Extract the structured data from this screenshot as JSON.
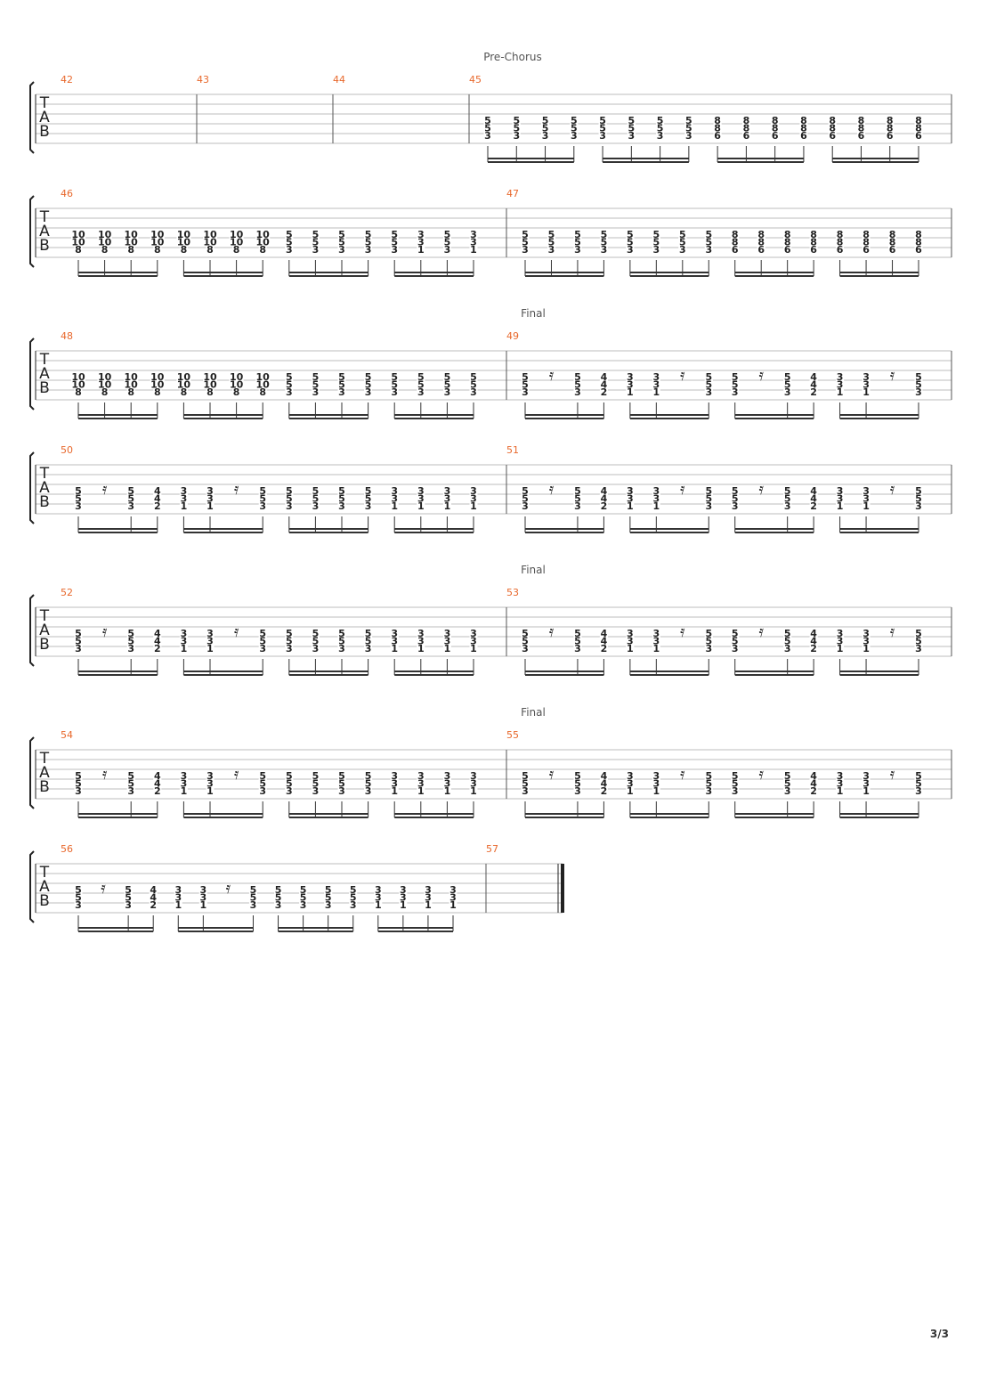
{
  "page": {
    "page_number": "3/3"
  },
  "tab_letters": [
    "T",
    "A",
    "B"
  ],
  "section_labels": [
    "Pre-Chorus",
    "Final",
    "Final",
    "Final"
  ],
  "measure_numbers": [
    "42",
    "43",
    "44",
    "45",
    "46",
    "47",
    "48",
    "49",
    "50",
    "51",
    "52",
    "53",
    "54",
    "55",
    "56",
    "57"
  ],
  "rest_symbol": "𝄿",
  "patterns": {
    "pre45": [
      [
        "5",
        "5",
        "3"
      ],
      [
        "5",
        "5",
        "3"
      ],
      [
        "5",
        "5",
        "3"
      ],
      [
        "5",
        "5",
        "3"
      ],
      [
        "5",
        "5",
        "3"
      ],
      [
        "5",
        "5",
        "3"
      ],
      [
        "5",
        "5",
        "3"
      ],
      [
        "5",
        "5",
        "3"
      ],
      [
        "8",
        "8",
        "6"
      ],
      [
        "8",
        "8",
        "6"
      ],
      [
        "8",
        "8",
        "6"
      ],
      [
        "8",
        "8",
        "6"
      ],
      [
        "8",
        "8",
        "6"
      ],
      [
        "8",
        "8",
        "6"
      ],
      [
        "8",
        "8",
        "6"
      ],
      [
        "8",
        "8",
        "6"
      ]
    ],
    "m46": [
      [
        "10",
        "10",
        "8"
      ],
      [
        "10",
        "10",
        "8"
      ],
      [
        "10",
        "10",
        "8"
      ],
      [
        "10",
        "10",
        "8"
      ],
      [
        "10",
        "10",
        "8"
      ],
      [
        "10",
        "10",
        "8"
      ],
      [
        "10",
        "10",
        "8"
      ],
      [
        "10",
        "10",
        "8"
      ],
      [
        "5",
        "5",
        "3"
      ],
      [
        "5",
        "5",
        "3"
      ],
      [
        "5",
        "5",
        "3"
      ],
      [
        "5",
        "5",
        "3"
      ],
      [
        "5",
        "5",
        "3"
      ],
      [
        "3",
        "3",
        "1"
      ],
      [
        "5",
        "5",
        "3"
      ],
      [
        "3",
        "3",
        "1"
      ]
    ],
    "m48": [
      [
        "10",
        "10",
        "8"
      ],
      [
        "10",
        "10",
        "8"
      ],
      [
        "10",
        "10",
        "8"
      ],
      [
        "10",
        "10",
        "8"
      ],
      [
        "10",
        "10",
        "8"
      ],
      [
        "10",
        "10",
        "8"
      ],
      [
        "10",
        "10",
        "8"
      ],
      [
        "10",
        "10",
        "8"
      ],
      [
        "5",
        "5",
        "3"
      ],
      [
        "5",
        "5",
        "3"
      ],
      [
        "5",
        "5",
        "3"
      ],
      [
        "5",
        "5",
        "3"
      ],
      [
        "5",
        "5",
        "3"
      ],
      [
        "5",
        "5",
        "3"
      ],
      [
        "5",
        "5",
        "3"
      ],
      [
        "5",
        "5",
        "3"
      ]
    ],
    "riffA": [
      [
        "5",
        "5",
        "3"
      ],
      [
        "r"
      ],
      [
        "5",
        "5",
        "3"
      ],
      [
        "4",
        "4",
        "2"
      ],
      [
        "3",
        "3",
        "1"
      ],
      [
        "3",
        "3",
        "1"
      ],
      [
        "r"
      ],
      [
        "5",
        "5",
        "3"
      ],
      [
        "5",
        "5",
        "3"
      ],
      [
        "r"
      ],
      [
        "5",
        "5",
        "3"
      ],
      [
        "4",
        "4",
        "2"
      ],
      [
        "3",
        "3",
        "1"
      ],
      [
        "3",
        "3",
        "1"
      ],
      [
        "r"
      ],
      [
        "5",
        "5",
        "3"
      ]
    ],
    "riffB": [
      [
        "5",
        "5",
        "3"
      ],
      [
        "r"
      ],
      [
        "5",
        "5",
        "3"
      ],
      [
        "4",
        "4",
        "2"
      ],
      [
        "3",
        "3",
        "1"
      ],
      [
        "3",
        "3",
        "1"
      ],
      [
        "r"
      ],
      [
        "5",
        "5",
        "3"
      ],
      [
        "5",
        "5",
        "3"
      ],
      [
        "5",
        "5",
        "3"
      ],
      [
        "5",
        "5",
        "3"
      ],
      [
        "5",
        "5",
        "3"
      ],
      [
        "3",
        "3",
        "1"
      ],
      [
        "3",
        "3",
        "1"
      ],
      [
        "3",
        "3",
        "1"
      ],
      [
        "3",
        "3",
        "1"
      ]
    ]
  },
  "systems": [
    {
      "section": 0,
      "measures": [
        {
          "num": 0,
          "pattern": null
        },
        {
          "num": 1,
          "pattern": null
        },
        {
          "num": 2,
          "pattern": null
        },
        {
          "num": 3,
          "pattern": "pre45"
        }
      ]
    },
    {
      "section": null,
      "measures": [
        {
          "num": 4,
          "pattern": "m46"
        },
        {
          "num": 5,
          "pattern": "pre45"
        }
      ]
    },
    {
      "section": 1,
      "measures": [
        {
          "num": 6,
          "pattern": "m48"
        },
        {
          "num": 7,
          "pattern": "riffA"
        }
      ]
    },
    {
      "section": null,
      "measures": [
        {
          "num": 8,
          "pattern": "riffB"
        },
        {
          "num": 9,
          "pattern": "riffA"
        }
      ]
    },
    {
      "section": 2,
      "measures": [
        {
          "num": 10,
          "pattern": "riffB"
        },
        {
          "num": 11,
          "pattern": "riffA"
        }
      ]
    },
    {
      "section": 3,
      "measures": [
        {
          "num": 12,
          "pattern": "riffB"
        },
        {
          "num": 13,
          "pattern": "riffA"
        }
      ]
    },
    {
      "section": null,
      "final": true,
      "measures": [
        {
          "num": 14,
          "pattern": "riffB"
        },
        {
          "num": 15,
          "pattern": null
        }
      ]
    }
  ]
}
